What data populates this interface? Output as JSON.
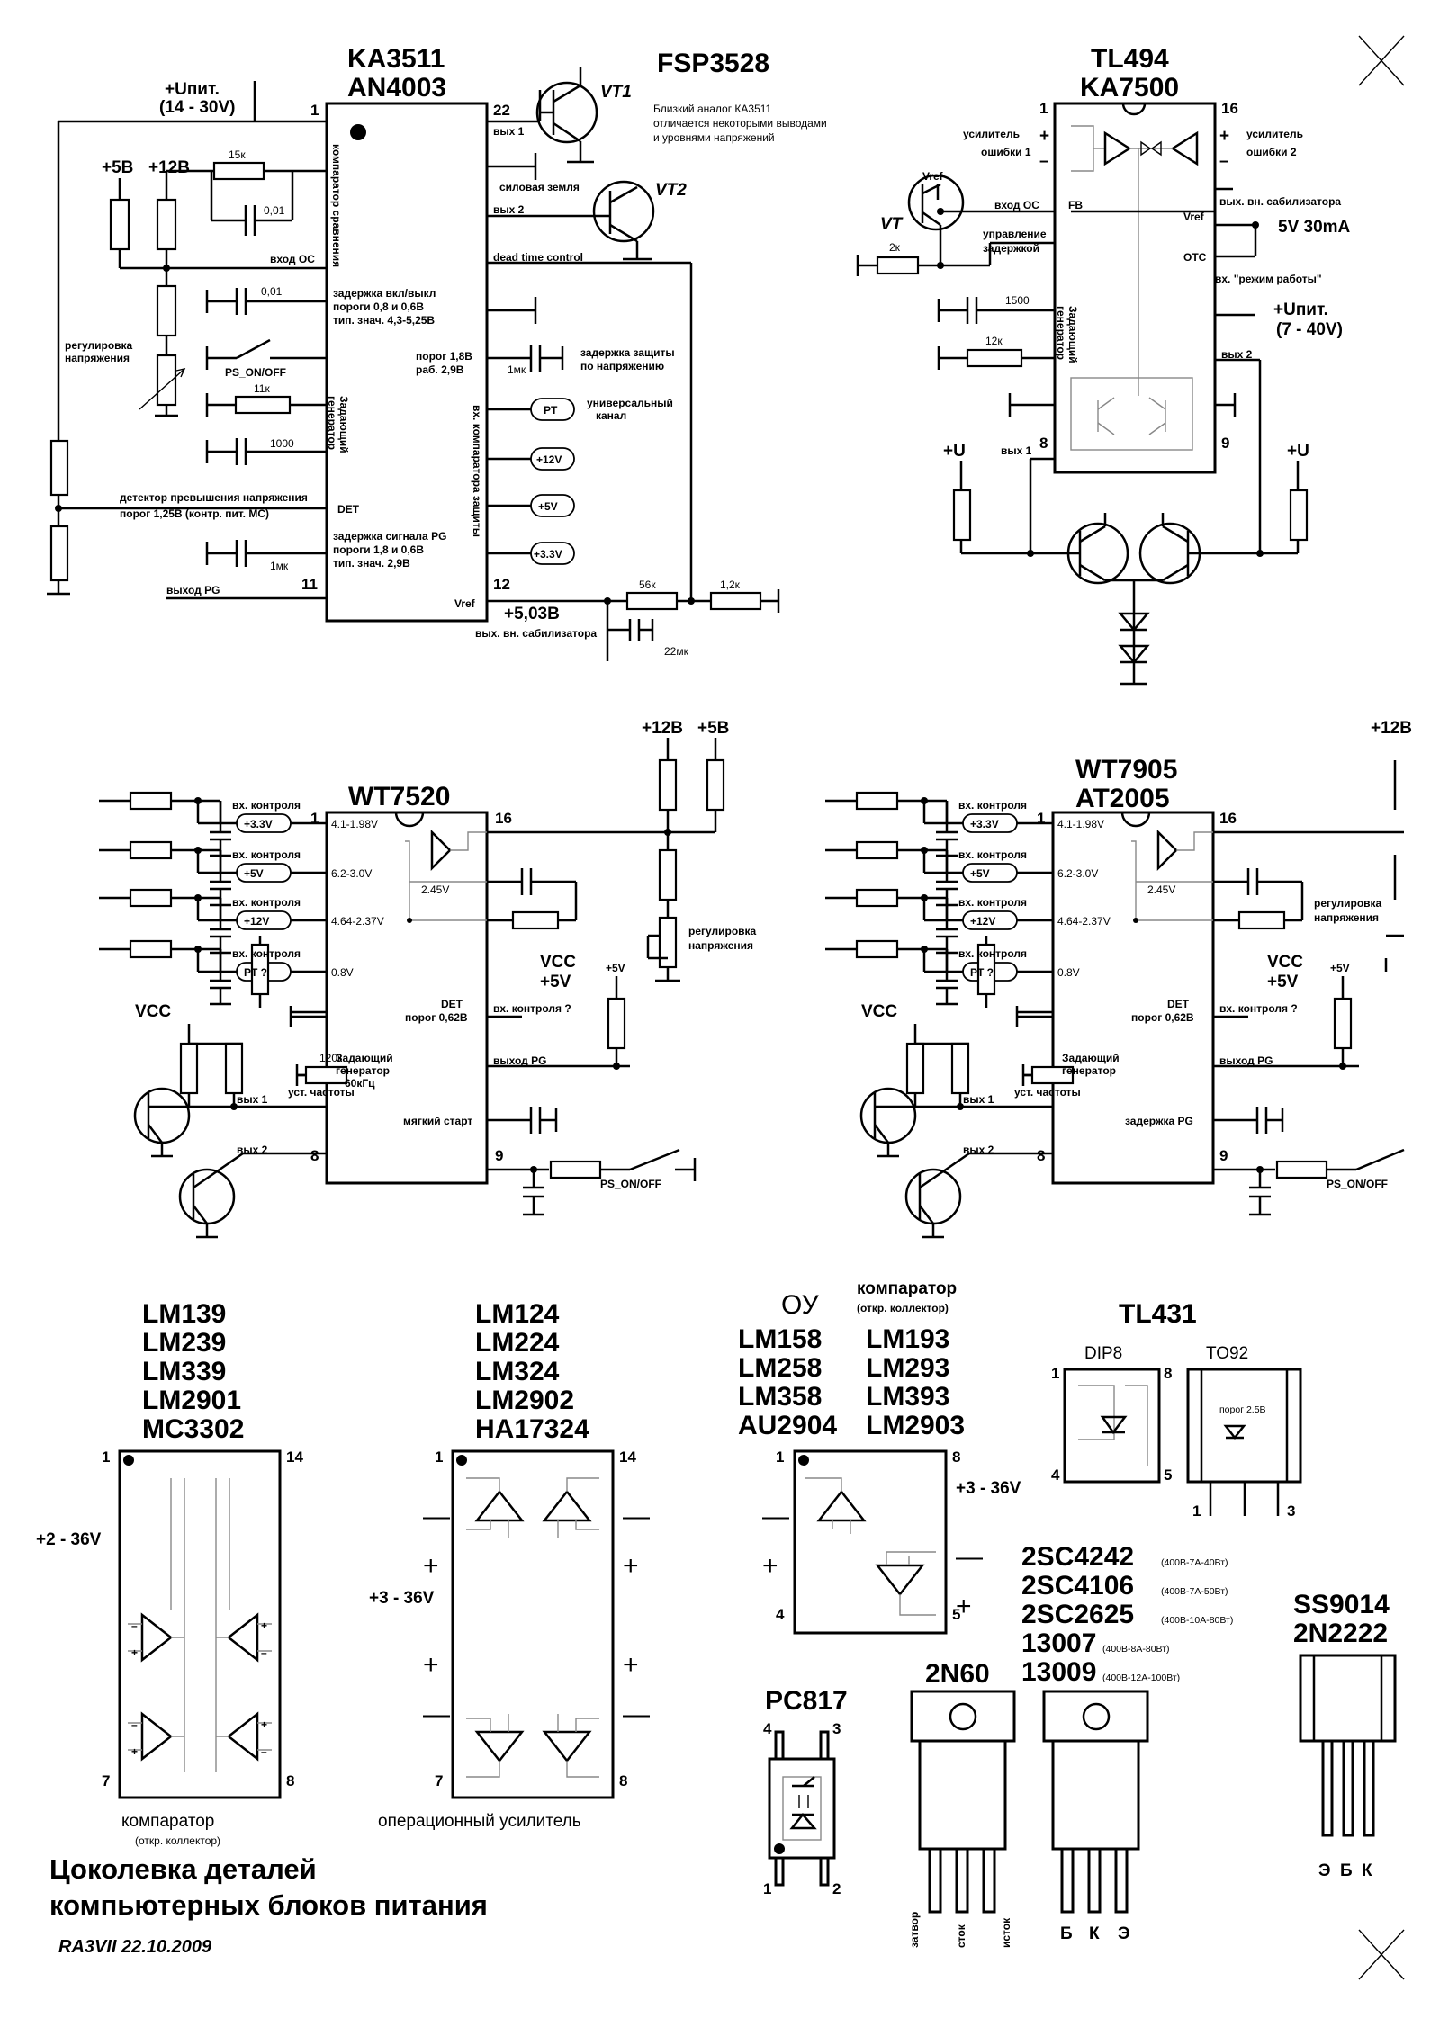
{
  "sheet_title": [
    "Цоколевка деталей",
    "компьютерных блоков питания"
  ],
  "author": "RA3VII 22.10.2009",
  "ka3511": {
    "names": [
      "KA3511",
      "AN4003"
    ],
    "alias": "FSP3528",
    "note": [
      "Близкий аналог КА3511",
      "отличается некоторыми выводами",
      "и уровнями напряжений"
    ],
    "supply": [
      "+Uпит.",
      "(14 - 30V)"
    ],
    "rails": [
      "+5В",
      "+12В"
    ],
    "pins": [
      "1",
      "22",
      "11",
      "12"
    ],
    "transistors": [
      "VT1",
      "VT2"
    ],
    "resistors": [
      "15к",
      "11к",
      "56к",
      "1,2к"
    ],
    "caps": [
      "0,01",
      "0,01",
      "1000",
      "1мк",
      "1мк",
      "22мк"
    ],
    "labels": {
      "comp": "компаратор сравнения",
      "fb_in": "вход ОС",
      "delay": [
        "задержка вкл/выкл",
        "пороги 0,8 и 0,6В",
        "тип. знач. 4,3-5,25В"
      ],
      "reg": [
        "регулировка",
        "напряжения"
      ],
      "ps_on": "PS_ON/OFF",
      "gen": [
        "Задающий",
        "генератор"
      ],
      "det": "DET",
      "det_note": [
        "детектор превышения напряжения",
        "порог 1,25В (контр. пит. МС)"
      ],
      "pg_delay": [
        "задержка сигнала PG",
        "пороги 1,8 и 0,6В",
        "тип. знач. 2,9В"
      ],
      "pg_out": "выход   PG",
      "out1": "вых 1",
      "gnd": "силовая земля",
      "out2": "вых 2",
      "dtc": "dead time control",
      "thr": [
        "порог 1,8В",
        "раб. 2,9В"
      ],
      "ov_delay": [
        "задержка защиты",
        "по напряжению"
      ],
      "prot_in": "вх. компаратора защиты",
      "univ": [
        "универсальный",
        "канал"
      ],
      "pills": [
        "PT",
        "+12V",
        "+5V",
        "+3.3V"
      ],
      "vref": "Vref",
      "vref_val": "+5,03В",
      "vref_note": "вых. вн. сабилизатора"
    }
  },
  "tl494": {
    "names": [
      "TL494",
      "KA7500"
    ],
    "pins": [
      "1",
      "16",
      "8",
      "9"
    ],
    "plus_minus": [
      "+",
      "–",
      "+",
      "–"
    ],
    "labels": {
      "amp1": [
        "усилитель",
        "ошибки 1"
      ],
      "amp2": [
        "усилитель",
        "ошибки 2"
      ],
      "vref_left": "Vref",
      "vt": "VT",
      "fb": "вход ОС",
      "fb_pin": "FB",
      "dt": [
        "управление",
        "задержкой"
      ],
      "r2k": "2к",
      "c1500": "1500",
      "r12k": "12к",
      "gen": [
        "Задающий",
        "генератор"
      ],
      "vref_out": "вых. вн. сабилизатора",
      "vref_pin": "Vref",
      "vref_val": "5V 30mA",
      "otc": "OTC",
      "mode": "вх. \"режим работы\"",
      "supply": [
        "+Uпит.",
        "(7 - 40V)"
      ],
      "out2": "вых 2",
      "out1": "вых 1",
      "plus_u": [
        "+U",
        "+U"
      ]
    }
  },
  "wt7520": {
    "name": "WT7520",
    "pins": [
      "1",
      "16",
      "8",
      "9"
    ],
    "rails": [
      "+12В",
      "+5В"
    ],
    "inputs": [
      {
        "label": "вх. контроля",
        "pill": "+3.3V",
        "range": "4.1-1.98V"
      },
      {
        "label": "вх. контроля",
        "pill": "+5V",
        "range": "6.2-3.0V"
      },
      {
        "label": "вх. контроля",
        "pill": "+12V",
        "range": "4.64-2.37V"
      },
      {
        "label": "вх. контроля",
        "pill": "PT ?",
        "range": "0.8V"
      }
    ],
    "ref": "2.45V",
    "reg": [
      "регулировка",
      "напряжения"
    ],
    "vcc": [
      "VCC",
      "+5V"
    ],
    "vcc_left": "VCC",
    "det": [
      "DET",
      "порог 0,62В"
    ],
    "det_in": "вх. контроля ?",
    "plus5": "+5V",
    "r120": "120к",
    "freq": "уст. частоты",
    "gen": [
      "Задающий",
      "генератор",
      "60кГц"
    ],
    "pg": "выход   PG",
    "out1": "вых 1",
    "soft": "мягкий старт",
    "out2": "вых 2",
    "ps_on": "PS_ON/OFF"
  },
  "wt7905": {
    "names": [
      "WT7905",
      "AT2005"
    ],
    "pins": [
      "1",
      "16",
      "8",
      "9"
    ],
    "rail": "+12В",
    "inputs": [
      {
        "label": "вх. контроля",
        "pill": "+3.3V",
        "range": "4.1-1.98V"
      },
      {
        "label": "вх. контроля",
        "pill": "+5V",
        "range": "6.2-3.0V"
      },
      {
        "label": "вх. контроля",
        "pill": "+12V",
        "range": "4.64-2.37V"
      },
      {
        "label": "вх. контроля",
        "pill": "PT ?",
        "range": "0.8V"
      }
    ],
    "ref": "2.45V",
    "reg": [
      "регулировка",
      "напряжения"
    ],
    "vcc": [
      "VCC",
      "+5V"
    ],
    "vcc_left": "VCC",
    "det": [
      "DET",
      "порог 0,62В"
    ],
    "det_in": "вх. контроля ?",
    "plus5": "+5V",
    "freq": "уст. частоты",
    "gen": [
      "Задающий",
      "генератор"
    ],
    "pg": "выход   PG",
    "out1": "вых 1",
    "pg_delay": "задержка PG",
    "out2": "вых 2",
    "ps_on": "PS_ON/OFF"
  },
  "lm139": {
    "names": [
      "LM139",
      "LM239",
      "LM339",
      "LM2901",
      "MC3302"
    ],
    "pins": [
      "1",
      "14",
      "7",
      "8"
    ],
    "supply": "+2 - 36V",
    "caption": [
      "компаратор",
      "(откр. коллектор)"
    ]
  },
  "lm124": {
    "names": [
      "LM124",
      "LM224",
      "LM324",
      "LM2902",
      "HA17324"
    ],
    "pins": [
      "1",
      "14",
      "7",
      "8"
    ],
    "supply": "+3 - 36V",
    "caption": "операционный усилитель"
  },
  "lm158": {
    "head_left": "ОУ",
    "head_right": [
      "компаратор",
      "(откр. коллектор)"
    ],
    "names_left": [
      "LM158",
      "LM258",
      "LM358",
      "AU2904"
    ],
    "names_right": [
      "LM193",
      "LM293",
      "LM393",
      "LM2903"
    ],
    "pins": [
      "1",
      "8",
      "4",
      "5"
    ],
    "supply": "+3 - 36V"
  },
  "tl431": {
    "name": "TL431",
    "dip": "DIP8",
    "to92": "TO92",
    "pins_dip": [
      "1",
      "8",
      "4",
      "5"
    ],
    "pins_to92": [
      "1",
      "3"
    ],
    "thr": "порог 2.5В"
  },
  "power": {
    "parts": [
      {
        "name": "2SC4242",
        "spec": "(400В-7А-40Вт)"
      },
      {
        "name": "2SC4106",
        "spec": "(400В-7А-50Вт)"
      },
      {
        "name": "2SC2625",
        "spec": "(400В-10А-80Вт)"
      },
      {
        "name": "13007",
        "spec": "(400В-8А-80Вт)"
      },
      {
        "name": "13009",
        "spec": "(400В-12А-100Вт)"
      }
    ],
    "mosfet": "2N60",
    "mos_pins": [
      "затвор",
      "сток",
      "исток"
    ],
    "bjt_pins": [
      "Б",
      "К",
      "Э"
    ]
  },
  "small": {
    "names": [
      "SS9014",
      "2N2222"
    ],
    "pins": [
      "Э",
      "Б",
      "К"
    ]
  },
  "pc817": {
    "name": "PC817",
    "pins": [
      "4",
      "3",
      "1",
      "2"
    ]
  },
  "colors": {
    "ink": "#000000",
    "inner": "#888888",
    "paper": "#ffffff"
  }
}
